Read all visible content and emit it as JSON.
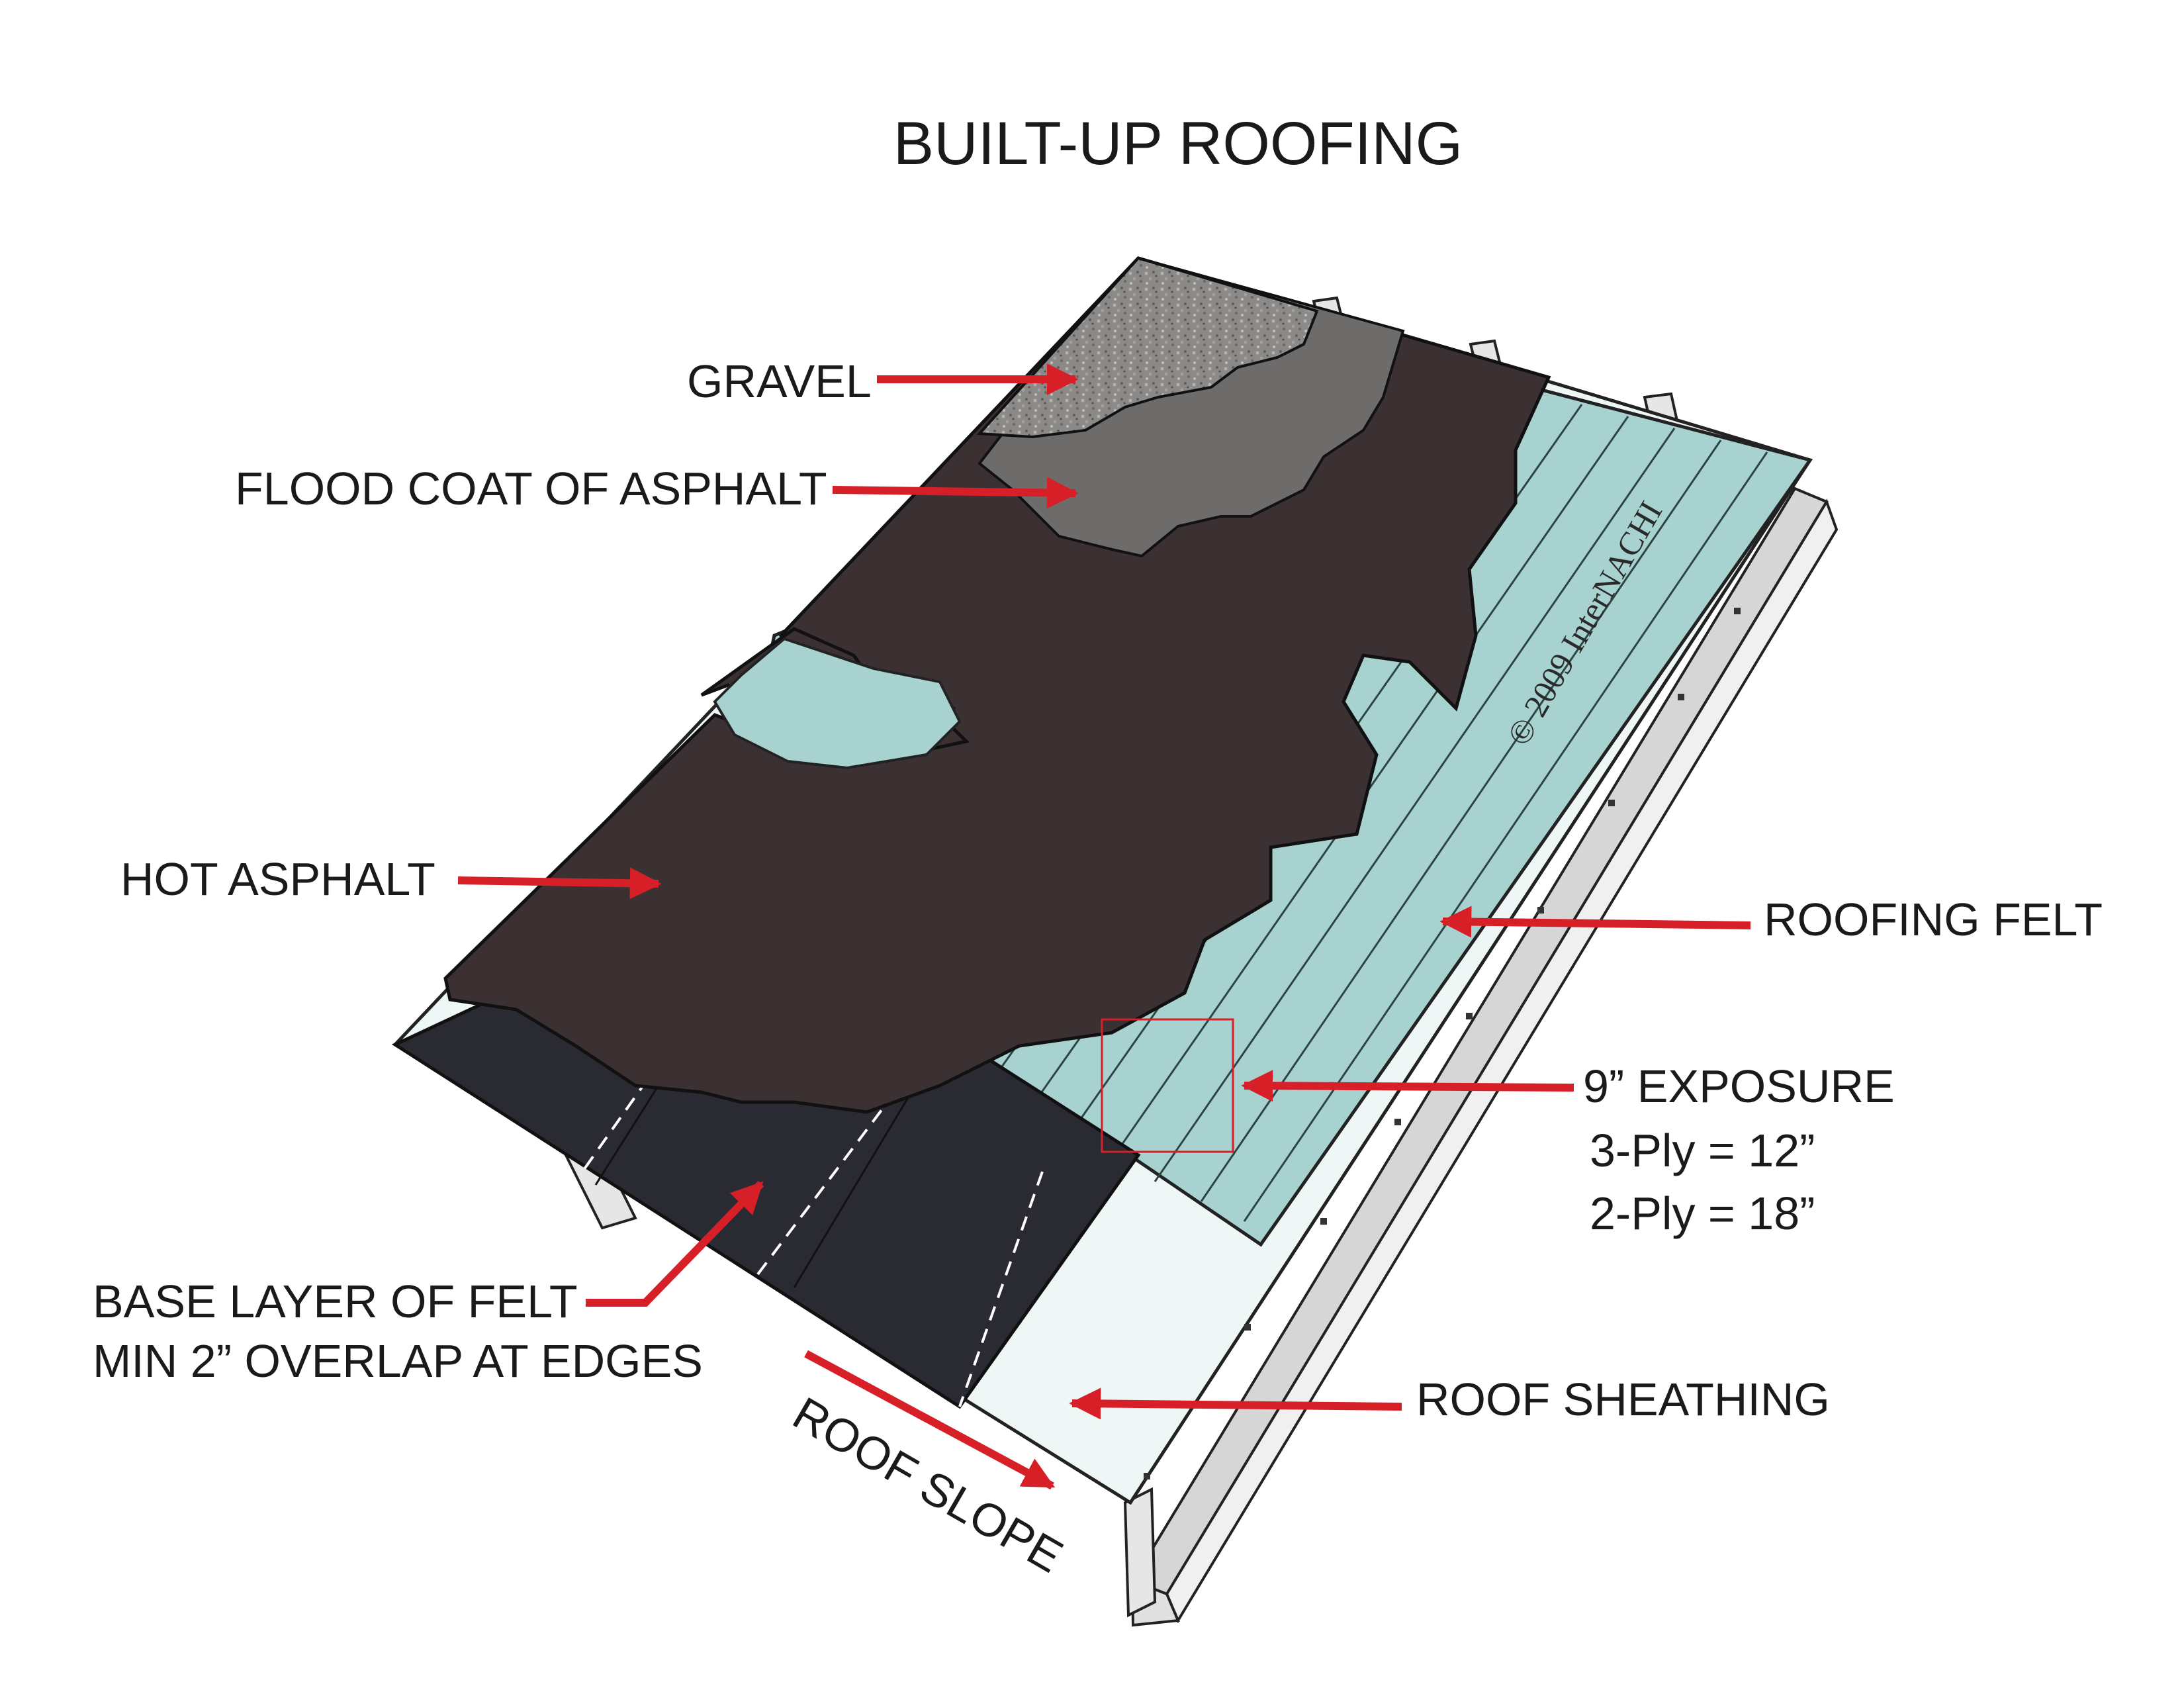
{
  "title": "BUILT-UP ROOFING",
  "labels": {
    "gravel": "GRAVEL",
    "flood_coat": "FLOOD COAT OF ASPHALT",
    "hot_asphalt": "HOT ASPHALT",
    "roofing_felt": "ROOFING FELT",
    "exposure": "9” EXPOSURE",
    "three_ply": "3-Ply = 12”",
    "two_ply": "2-Ply = 18”",
    "base_layer_line1": "BASE LAYER OF FELT",
    "base_layer_line2": "MIN 2” OVERLAP AT EDGES",
    "roof_sheathing": "ROOF SHEATHING",
    "roof_slope": "ROOF SLOPE"
  },
  "copyright": "© 2009 InterNACHI",
  "colors": {
    "arrow": "#d61f26",
    "gravel": "#8c8a88",
    "flood_coat": "#6e6c6b",
    "hot_asphalt": "#3b3133",
    "roofing_felt": "#a8d2d0",
    "base_felt": "#2a2a33",
    "sheathing": "#eef7f5",
    "fascia": "#e4e4e4"
  }
}
